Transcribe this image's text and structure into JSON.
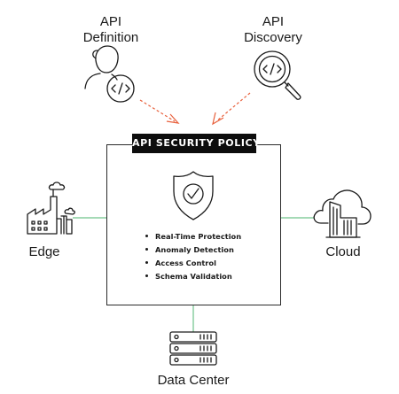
{
  "nodes": {
    "api_definition": [
      "API",
      "Definition"
    ],
    "api_discovery": [
      "API",
      "Discovery"
    ],
    "edge": "Edge",
    "cloud": "Cloud",
    "data_center": "Data Center"
  },
  "policy": {
    "title": "API SECURITY POLICY",
    "features": [
      "Real-Time Protection",
      "Anomaly Detection",
      "Access Control",
      "Schema Validation"
    ]
  },
  "icons": {
    "api_definition": "person-code-icon",
    "api_discovery": "magnifier-code-icon",
    "policy": "shield-check-icon",
    "edge": "factory-icon",
    "cloud": "cloud-building-icon",
    "data_center": "server-rack-icon"
  },
  "colors": {
    "ink": "#1a1a1a",
    "inbound_arrow": "#e8603c",
    "connector": "#6fc38a",
    "title_bg": "#0d0d0d",
    "title_text": "#ffffff"
  }
}
